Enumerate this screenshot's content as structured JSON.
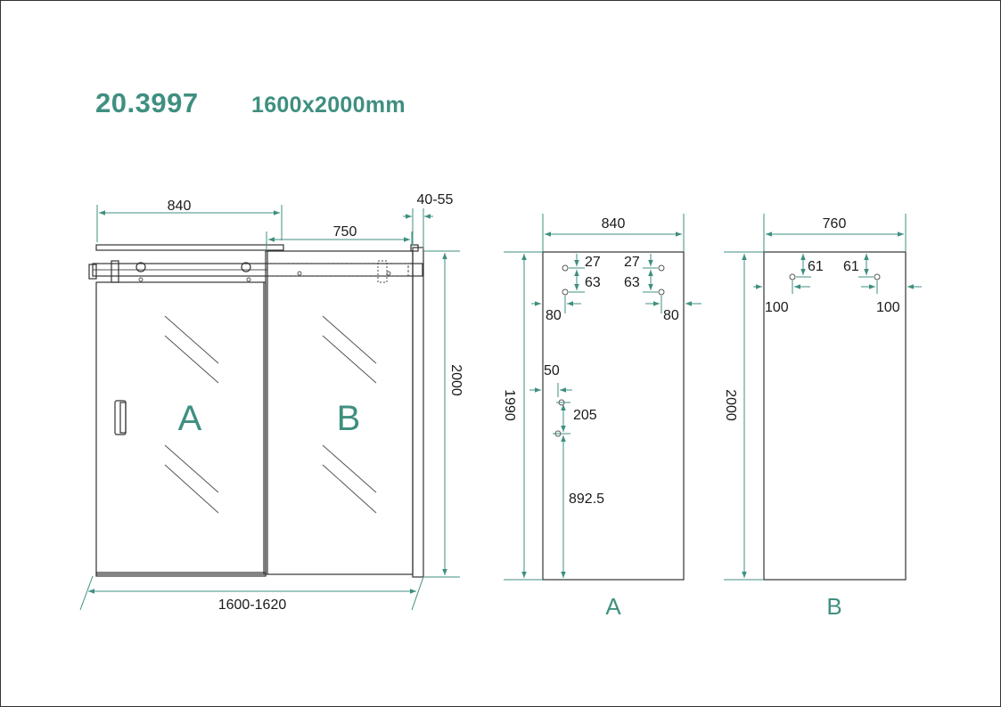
{
  "header": {
    "model_code": "20.3997",
    "size_title": "1600x2000mm"
  },
  "assembly": {
    "panel_a_label": "A",
    "panel_b_label": "B",
    "dim_top_a": "840",
    "dim_top_b": "750",
    "dim_wall": "40-55",
    "dim_height": "2000",
    "dim_bottom": "1600-1620"
  },
  "panel_a": {
    "caption": "A",
    "width": "840",
    "height": "1990",
    "hole_top_left_1": "27",
    "hole_top_left_2": "63",
    "hole_top_right_1": "27",
    "hole_top_right_2": "63",
    "edge_left": "80",
    "edge_right": "80",
    "handle_edge": "50",
    "handle_spacing": "205",
    "handle_height": "892.5"
  },
  "panel_b": {
    "caption": "B",
    "width": "760",
    "height": "2000",
    "hole_left": "61",
    "hole_right": "61",
    "edge_left": "100",
    "edge_right": "100"
  },
  "colors": {
    "accent": "#3f8f80",
    "line": "#333333",
    "frame": "#333333"
  }
}
